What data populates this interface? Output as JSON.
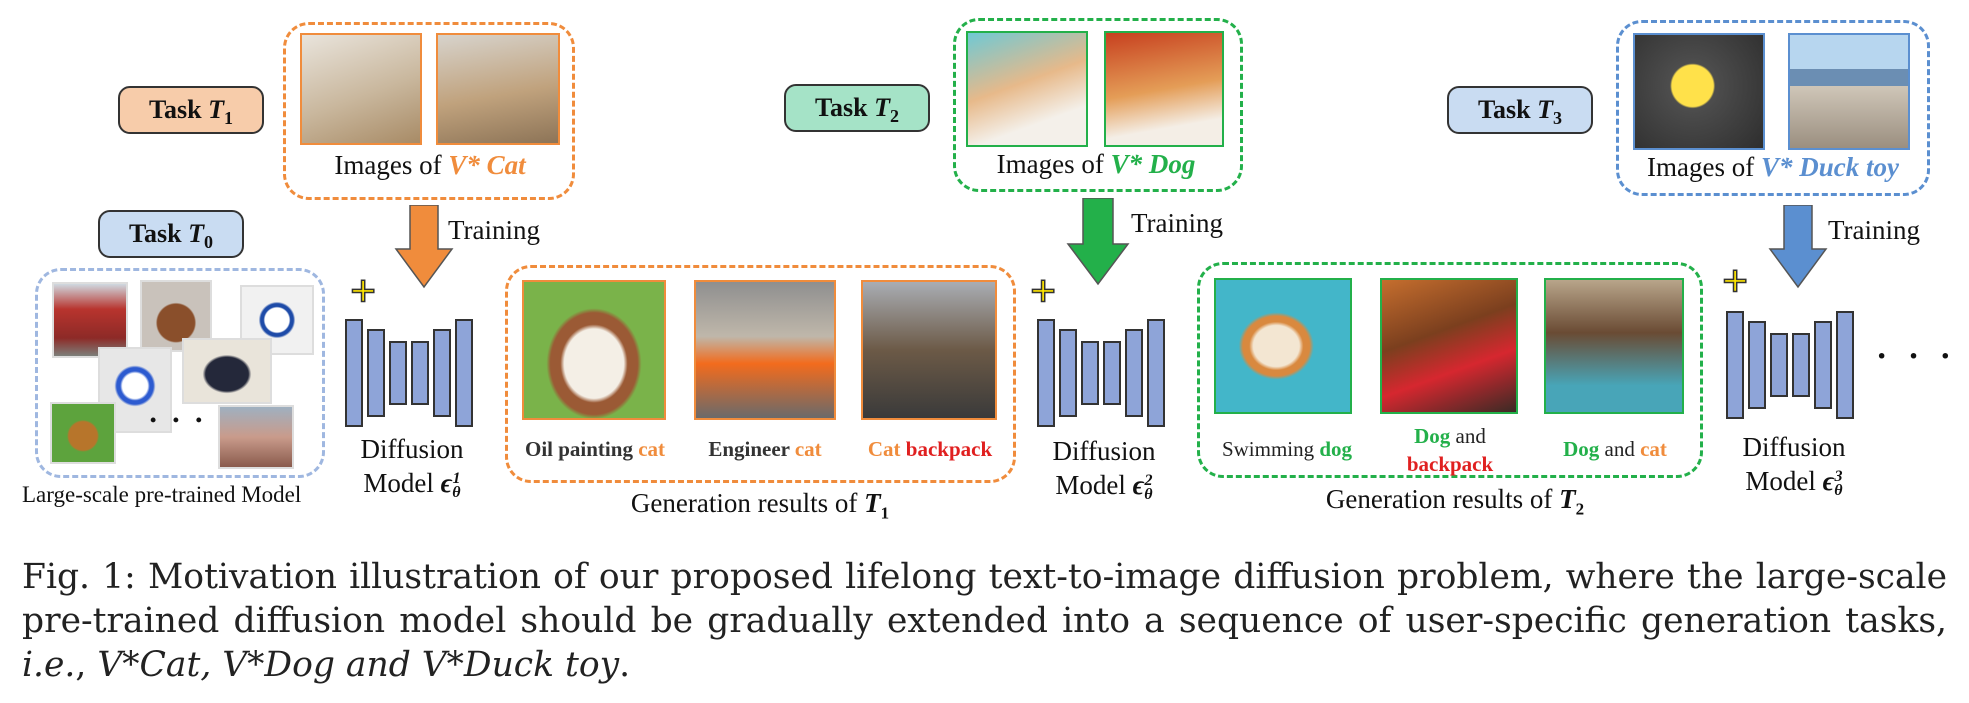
{
  "colors": {
    "orange": "#f08c3c",
    "green": "#23b04a",
    "blue": "#5b8fd0",
    "lightblue": "#9fb7e0",
    "red": "#e02020",
    "tag_orange": "#f7ccaa",
    "tag_green": "#a5e3c7",
    "tag_blue": "#c9dcf2",
    "model_block": "#8ea4d8"
  },
  "tasks": [
    {
      "label": "Task ",
      "sym": "T",
      "sub": "0"
    },
    {
      "label": "Task ",
      "sym": "T",
      "sub": "1"
    },
    {
      "label": "Task ",
      "sym": "T",
      "sub": "2"
    },
    {
      "label": "Task ",
      "sym": "T",
      "sub": "3"
    }
  ],
  "image_sets": [
    {
      "prefix": "Images of ",
      "subject": "V* Cat"
    },
    {
      "prefix": "Images of ",
      "subject": "V* Dog"
    },
    {
      "prefix": "Images of ",
      "subject": "V* Duck toy"
    }
  ],
  "training_label": "Training",
  "pretrained_label": "Large-scale pre-trained Model",
  "ellipsis": "• • •",
  "models": [
    {
      "line1": "Diffusion",
      "line2": "Model ",
      "sym": "ϵ",
      "sup": "1",
      "sub": "θ"
    },
    {
      "line1": "Diffusion",
      "line2": "Model ",
      "sym": "ϵ",
      "sup": "2",
      "sub": "θ"
    },
    {
      "line1": "Diffusion",
      "line2": "Model ",
      "sym": "ϵ",
      "sup": "3",
      "sub": "θ"
    }
  ],
  "results_t1": {
    "title_prefix": "Generation results of ",
    "title_sym": "T",
    "title_sub": "1",
    "items": [
      {
        "a": "Oil painting ",
        "b": "cat"
      },
      {
        "a": "Engineer ",
        "b": "cat"
      },
      {
        "a": "Cat ",
        "b": "backpack"
      }
    ]
  },
  "results_t2": {
    "title_prefix": "Generation results of ",
    "title_sym": "T",
    "title_sub": "2",
    "items": [
      {
        "a": "Swimming ",
        "b": "dog"
      },
      {
        "a": "Dog",
        "b": " and",
        "c": "backpack"
      },
      {
        "a": "Dog",
        "b": " and ",
        "c": "cat"
      }
    ]
  },
  "trailing_dots": "· · ·",
  "figure_caption": {
    "part1": "Fig. 1: Motivation illustration of our proposed lifelong text-to-image diffusion problem, where the large-scale pre-trained diffusion model should be gradually extended into a sequence of user-specific generation tasks, ",
    "ie": "i.e.",
    "part2": ", ",
    "tail": "V*Cat, V*Dog and V*Duck toy",
    "end": "."
  }
}
